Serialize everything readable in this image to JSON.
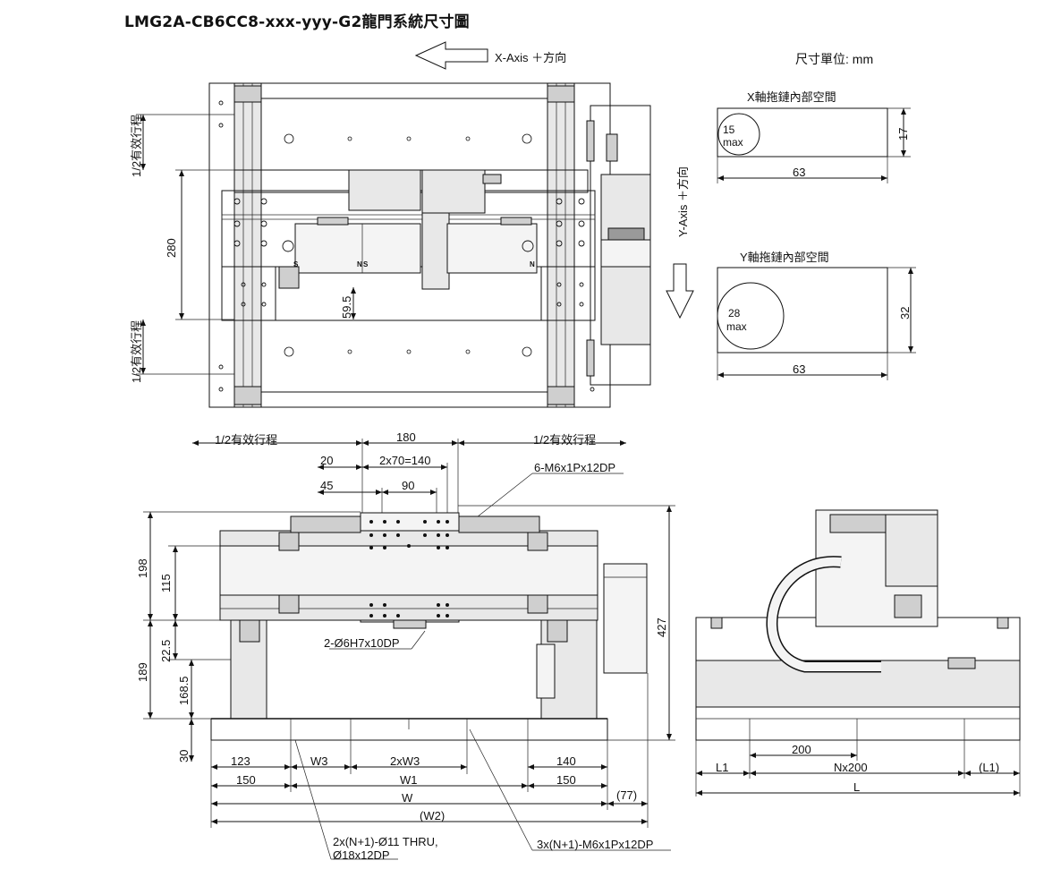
{
  "title": "LMG2A-CB6CC8-xxx-yyy-G2龍門系統尺寸圖",
  "unit": "尺寸單位: mm",
  "x_axis": "X-Axis ＋方向",
  "y_axis": "Y-Axis ＋方向",
  "x_chain": {
    "title": "X軸拖鏈內部空間",
    "circle": "15",
    "max": "max",
    "height": "17",
    "width": "63"
  },
  "y_chain": {
    "title": "Y軸拖鏈內部空間",
    "circle": "28",
    "max": "max",
    "height": "32",
    "width": "63"
  },
  "top_view": {
    "half_stroke": "1/2有效行程",
    "d280": "280",
    "d59_5": "59.5",
    "s_left": "S",
    "n_left": "N",
    "s_mid": "S",
    "n_right": "N"
  },
  "front_view": {
    "half_stroke_left": "1/2有效行程",
    "half_stroke_right": "1/2有效行程",
    "d180": "180",
    "d20": "20",
    "d2x70": "2x70=140",
    "d45": "45",
    "d90": "90",
    "hole_m6": "6-M6x1Px12DP",
    "hole_pin": "2-Ø6H7x10DP",
    "d198": "198",
    "d115": "115",
    "d22_5": "22.5",
    "d189": "189",
    "d168_5": "168.5",
    "d30": "30",
    "d427": "427",
    "d123": "123",
    "W3": "W3",
    "d2xW3": "2xW3",
    "d140": "140",
    "d150_left": "150",
    "W1": "W1",
    "d150_right": "150",
    "W": "W",
    "d77": "(77)",
    "W2": "(W2)",
    "thru_note_1": "2x(N+1)-Ø11 THRU,",
    "thru_note_2": "Ø18x12DP",
    "tap_note": "3x(N+1)-M6x1Px12DP"
  },
  "side_view": {
    "d200": "200",
    "L1": "L1",
    "Nx200": "Nx200",
    "L1_right": "(L1)",
    "L": "L"
  }
}
